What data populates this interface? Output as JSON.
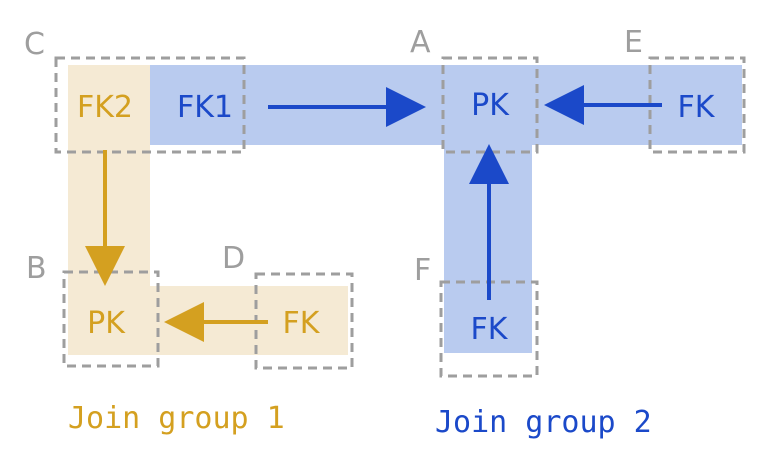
{
  "colors": {
    "group1_fill": "#f5ead4",
    "group1_accent": "#d4a020",
    "group2_fill": "#b9cbef",
    "group2_accent": "#1b49c9",
    "box_outline": "#9e9e9e"
  },
  "nodes": {
    "A": {
      "letter": "A",
      "key": "PK"
    },
    "B": {
      "letter": "B",
      "key": "PK"
    },
    "C": {
      "letter": "C",
      "key_fk2": "FK2",
      "key_fk1": "FK1"
    },
    "D": {
      "letter": "D",
      "key": "FK"
    },
    "E": {
      "letter": "E",
      "key": "FK"
    },
    "F": {
      "letter": "F",
      "key": "FK"
    }
  },
  "groups": {
    "group1": "Join group 1",
    "group2": "Join group 2"
  },
  "edges": [
    {
      "from": "C.FK1",
      "to": "A.PK",
      "group": "group2"
    },
    {
      "from": "E.FK",
      "to": "A.PK",
      "group": "group2"
    },
    {
      "from": "F.FK",
      "to": "A.PK",
      "group": "group2"
    },
    {
      "from": "C.FK2",
      "to": "B.PK",
      "group": "group1"
    },
    {
      "from": "D.FK",
      "to": "B.PK",
      "group": "group1"
    }
  ]
}
